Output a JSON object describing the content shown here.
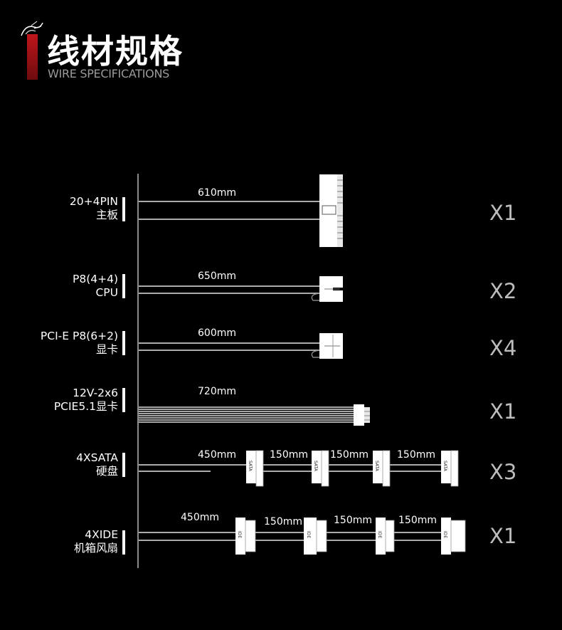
{
  "header": {
    "title": "线材规格",
    "subtitle": "WIRE SPECIFICATIONS"
  },
  "cables": [
    {
      "label_line1": "20+4PIN",
      "label_line2": "主板",
      "length": "610mm",
      "quantity": "X1"
    },
    {
      "label_line1": "P8(4+4)",
      "label_line2": "CPU",
      "length": "650mm",
      "quantity": "X2"
    },
    {
      "label_line1": "PCI-E P8(6+2)",
      "label_line2": "显卡",
      "length": "600mm",
      "quantity": "X4"
    },
    {
      "label_line1": "12V-2x6",
      "label_line2": "PCIE5.1显卡",
      "length": "720mm",
      "quantity": "X1"
    },
    {
      "label_line1": "4XSATA",
      "label_line2": "硬盘",
      "length": "450mm",
      "segments": [
        "150mm",
        "150mm",
        "150mm"
      ],
      "connector_text": "SATA",
      "quantity": "X3"
    },
    {
      "label_line1": "4XIDE",
      "label_line2": "机箱风扇",
      "length": "450mm",
      "segments": [
        "150mm",
        "150mm",
        "150mm"
      ],
      "connector_text": "IDE",
      "quantity": "X1"
    }
  ],
  "colors": {
    "accent": "#c0161b",
    "background": "#000000",
    "quantity_text": "#bdbdbd"
  }
}
